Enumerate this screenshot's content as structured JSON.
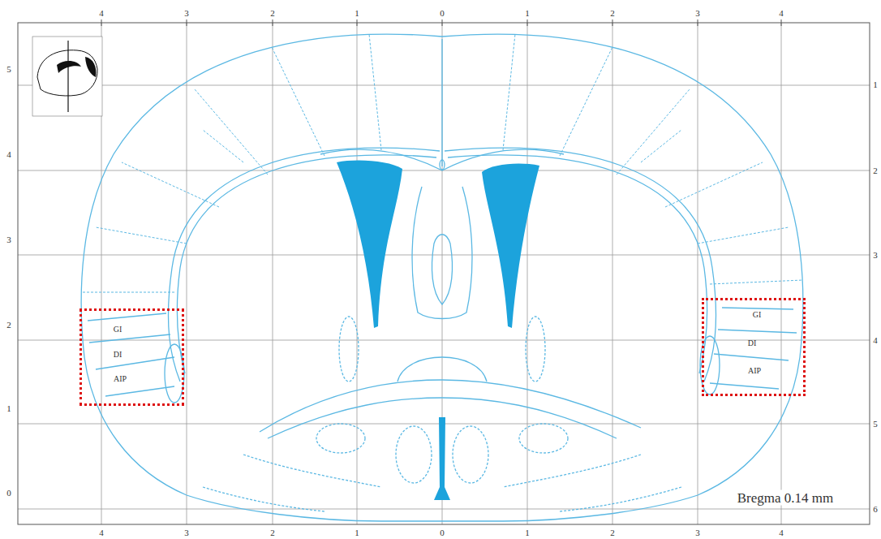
{
  "diagram": {
    "nodes": [
      {
        "text": [
          "GI",
          "DI",
          "AIP"
        ]
      },
      {
        "text": [
          "GI",
          "DI",
          "AIP"
        ]
      }
    ],
    "labels": [
      "4",
      "3",
      "2",
      "1",
      "0",
      "1",
      "2",
      "3",
      "4",
      "4",
      "3",
      "2",
      "1",
      "0",
      "1",
      "2",
      "3",
      "4",
      "5",
      "4",
      "3",
      "2",
      "1",
      "0",
      "1",
      "2",
      "3",
      "4",
      "5",
      "6",
      "Bregma 0.14 mm"
    ]
  }
}
